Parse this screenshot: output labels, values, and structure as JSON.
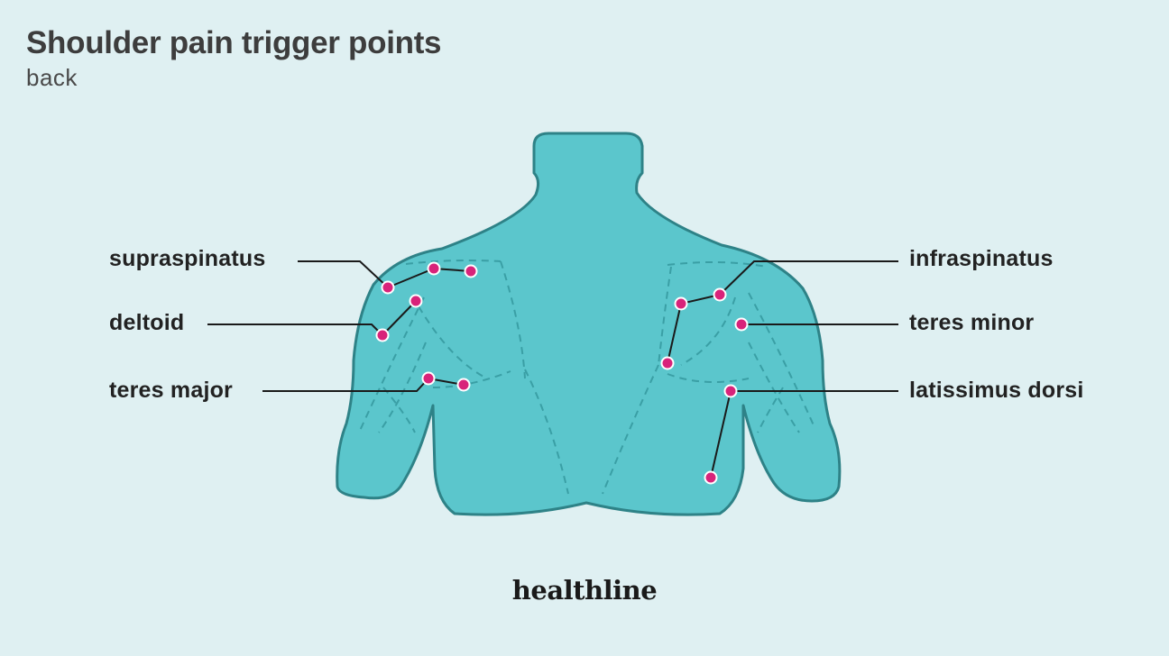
{
  "header": {
    "title": "Shoulder pain trigger points",
    "subtitle": "back"
  },
  "labels": {
    "supraspinatus": "supraspinatus",
    "deltoid": "deltoid",
    "teres_major": "teres major",
    "infraspinatus": "infraspinatus",
    "teres_minor": "teres minor",
    "latissimus_dorsi": "latissimus dorsi"
  },
  "brand": {
    "logo_text": "healthline"
  },
  "colors": {
    "background": "#dff0f2",
    "body_fill": "#5bc6cc",
    "body_outline": "#2e8287",
    "trigger_point": "#d8237a",
    "leader_line": "#1a1a1a"
  }
}
